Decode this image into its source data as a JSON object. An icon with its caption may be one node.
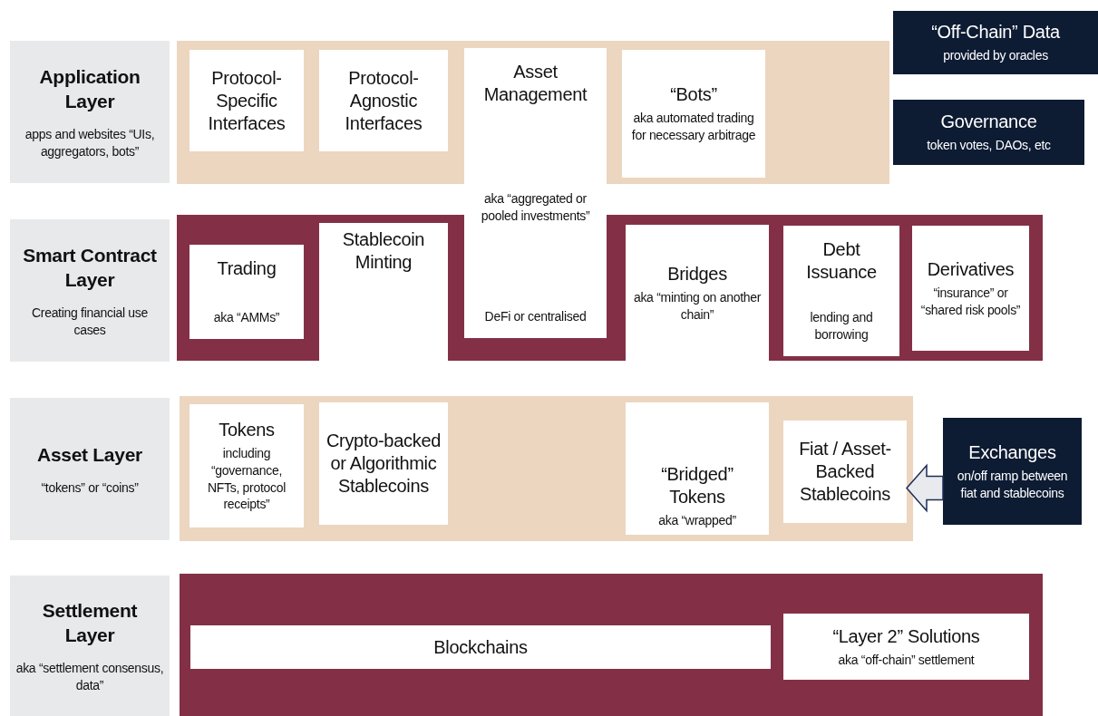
{
  "diagram": {
    "nodes": [
      {
        "text": [
          "Application Layer",
          "apps and websites “UIs, aggregators, bots”"
        ]
      },
      {
        "text": [],
        "shape": "box"
      },
      {
        "text": [
          "Protocol-Specific Interfaces"
        ],
        "in": 1
      },
      {
        "text": [
          "Protocol-Agnostic Interfaces"
        ],
        "in": 1
      },
      {
        "text": [
          "Asset Management",
          "aka “aggregated or pooled investments”",
          "DeFi or centralised"
        ]
      },
      {
        "text": [
          "“Bots”",
          "aka automated trading for necessary arbitrage"
        ],
        "in": 1
      },
      {
        "text": [
          "“Off-Chain” Data",
          "provided by oracles"
        ]
      },
      {
        "text": [
          "Governance",
          "token votes, DAOs, etc"
        ]
      },
      {
        "text": [
          "Smart Contract Layer",
          "Creating financial use cases"
        ]
      },
      {
        "text": [],
        "shape": "box"
      },
      {
        "text": [
          "Trading",
          "aka “AMMs”"
        ],
        "in": 9
      },
      {
        "text": [
          "Stablecoin Minting"
        ],
        "in": 9
      },
      {
        "text": [
          "Bridges",
          "aka “minting on another chain”"
        ],
        "in": 9
      },
      {
        "text": [
          "Debt Issuance",
          "lending and borrowing"
        ],
        "in": 9
      },
      {
        "text": [
          "Derivatives",
          "“insurance” or “shared risk pools”"
        ],
        "in": 9
      },
      {
        "text": [
          "Asset Layer",
          "“tokens” or “coins”"
        ]
      },
      {
        "text": [],
        "shape": "box"
      },
      {
        "text": [
          "Tokens",
          "including “governance, NFTs, protocol receipts”"
        ],
        "in": 16
      },
      {
        "text": [
          "Crypto-backed or Algorithmic Stablecoins"
        ],
        "in": 16
      },
      {
        "text": [
          "“Bridged” Tokens",
          "aka “wrapped”"
        ],
        "in": 16
      },
      {
        "text": [
          "Fiat / Asset-Backed Stablecoins"
        ],
        "in": 16
      },
      {
        "text": [
          "Exchanges",
          "on/off ramp between fiat and stablecoins"
        ]
      },
      {
        "text": [
          "Settlement Layer",
          "aka “settlement consensus, data”"
        ]
      },
      {
        "text": [],
        "shape": "box"
      },
      {
        "text": [
          "Blockchains"
        ],
        "in": 23
      },
      {
        "text": [
          "“Layer 2” Solutions",
          "aka “off-chain” settlement"
        ],
        "in": 23
      }
    ],
    "edges": [
      {
        "from": 21,
        "to": 20,
        "arrow": "to"
      }
    ]
  }
}
